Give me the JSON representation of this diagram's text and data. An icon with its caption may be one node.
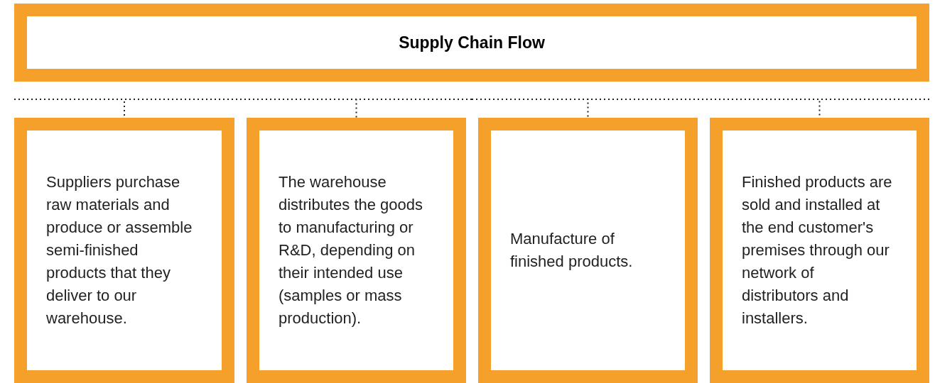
{
  "diagram": {
    "nodes": [
      {
        "text": [
          "Supply Chain Flow"
        ]
      },
      {
        "text": [
          "Suppliers purchase raw materials and produce or assemble semi-finished products that they deliver to our warehouse."
        ]
      },
      {
        "text": [
          "The warehouse distributes the goods to manufacturing or R&D, depending on their intended use (samples or mass production)."
        ]
      },
      {
        "text": [
          "Manufacture of finished products."
        ]
      },
      {
        "text": [
          "Finished products are sold and installed at the end customer's premises through our network of distributors and installers."
        ]
      }
    ],
    "edges": [
      {
        "from": 0,
        "to": 1,
        "arrow": "none",
        "style": "dashed"
      },
      {
        "from": 0,
        "to": 2,
        "arrow": "none",
        "style": "dashed"
      },
      {
        "from": 0,
        "to": 3,
        "arrow": "none",
        "style": "dashed"
      },
      {
        "from": 0,
        "to": 4,
        "arrow": "none",
        "style": "dashed"
      }
    ]
  }
}
